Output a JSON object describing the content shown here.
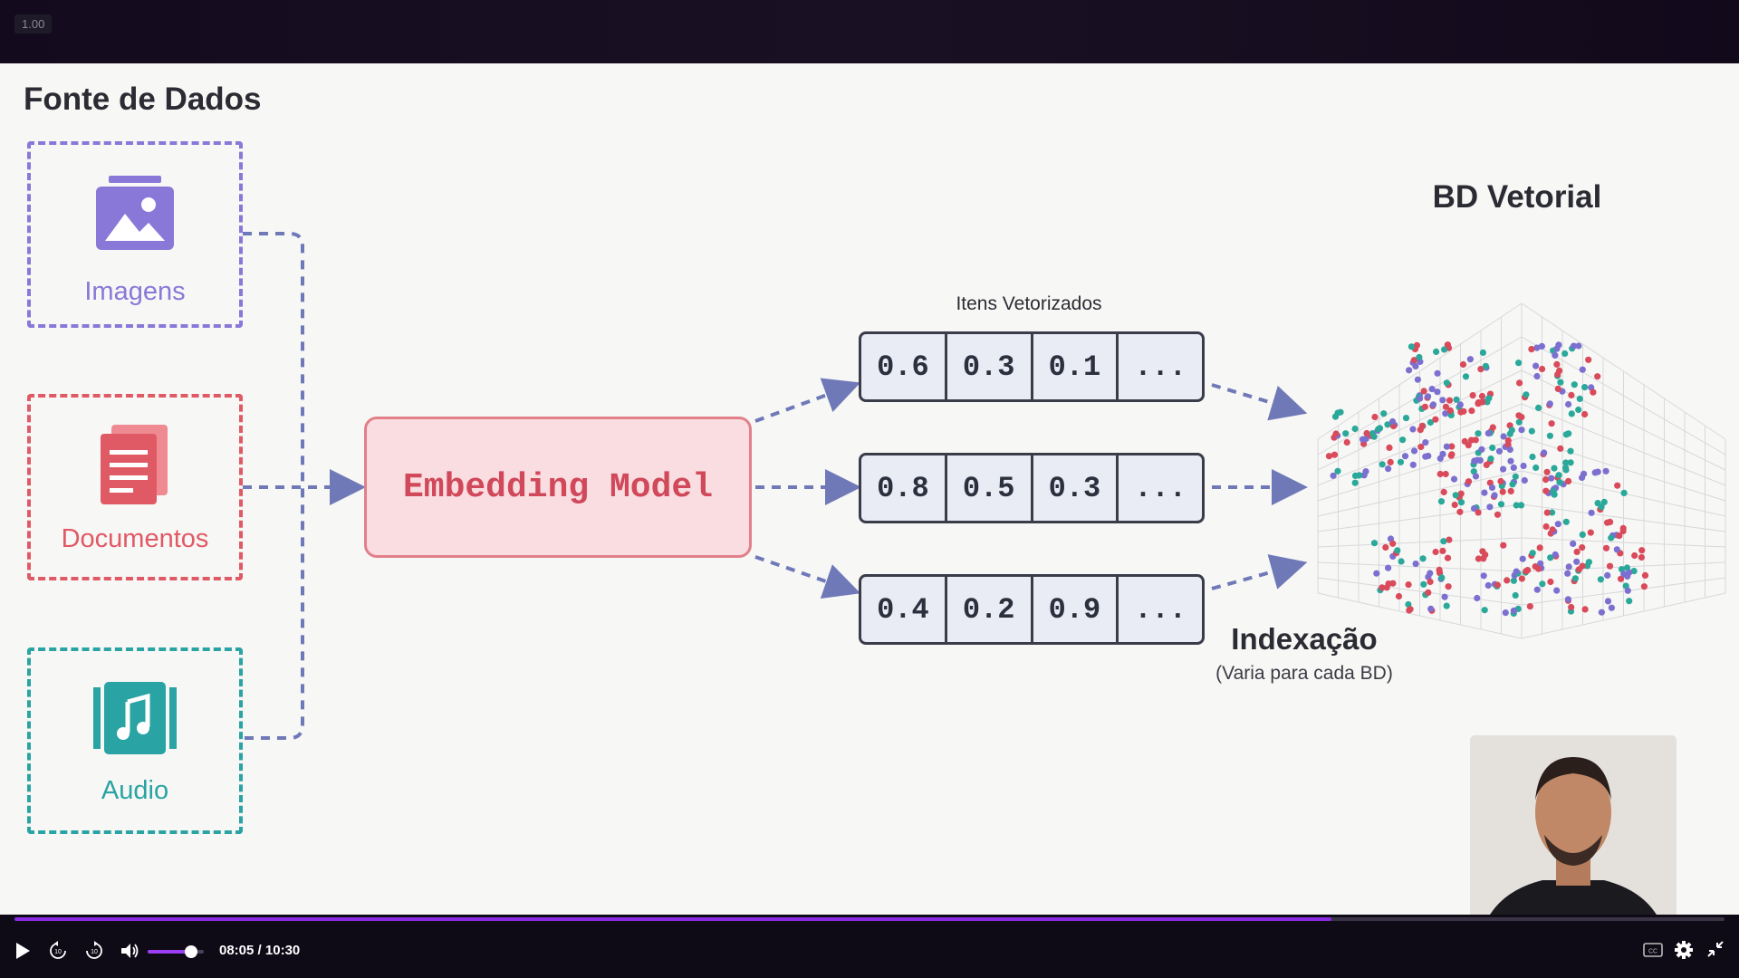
{
  "player": {
    "speed": "1.00",
    "current_time": "08:05",
    "separator": " / ",
    "duration": "10:30",
    "progress": 0.77,
    "volume": 0.78
  },
  "slide": {
    "title": "Fonte de Dados",
    "sources": [
      {
        "label": "Imagens",
        "color": "#8a78d8",
        "icon": "image-icon"
      },
      {
        "label": "Documentos",
        "color": "#e05a66",
        "icon": "document-icon"
      },
      {
        "label": "Audio",
        "color": "#29a3a3",
        "icon": "music-icon"
      }
    ],
    "model_label": "Embedding Model",
    "vectors_title": "Itens Vetorizados",
    "vectors": [
      [
        "0.6",
        "0.3",
        "0.1",
        "..."
      ],
      [
        "0.8",
        "0.5",
        "0.3",
        "..."
      ],
      [
        "0.4",
        "0.2",
        "0.9",
        "..."
      ]
    ],
    "db_title": "BD Vetorial",
    "index_title": "Indexação",
    "index_subtitle": "(Varia para cada BD)",
    "dot_colors": [
      "#d94a5a",
      "#7b6fd0",
      "#2aa89a"
    ]
  }
}
